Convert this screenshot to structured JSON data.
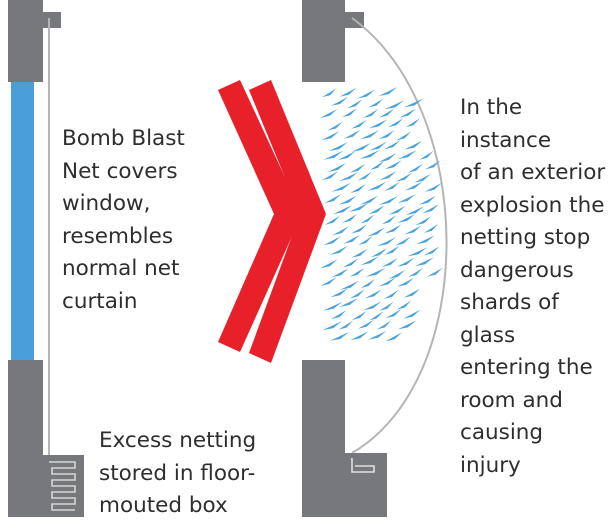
{
  "colors": {
    "frame": "#77787b",
    "glass": "#4a9fd8",
    "netting_line": "#b5b5b5",
    "chevron": "#e8202a",
    "shards": "#4aa3dc",
    "text": "#2e2e2e"
  },
  "captions": {
    "net_covers": "Bomb Blast\nNet covers\nwindow,\nresembles\nnormal net\ncurtain",
    "excess_netting": "Excess netting\nstored in floor-\nmouted box",
    "explosion": "In the instance\nof an exterior\nexplosion the\nnetting stop\ndangerous\nshards of glass\nentering the\nroom and\ncausing injury"
  },
  "panels": {
    "left": {
      "state": "normal",
      "glass_intact": true
    },
    "right": {
      "state": "blast",
      "glass_intact": false
    }
  }
}
